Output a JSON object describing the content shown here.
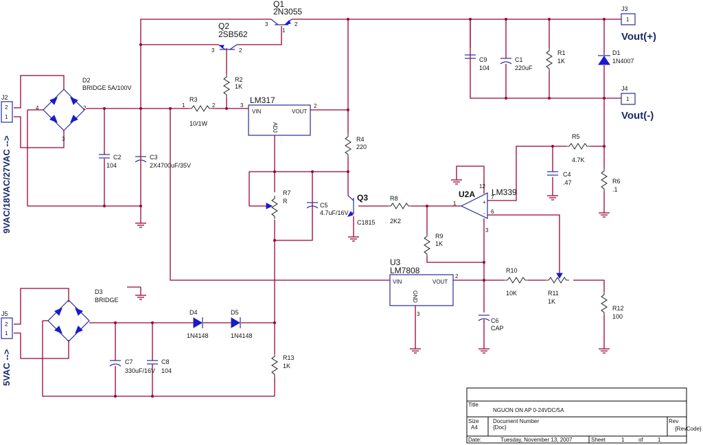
{
  "colors": {
    "wire": "#990033",
    "component": "#2a2a9a",
    "diode_fill": "#1a1acc",
    "connector_label": "#1a2a6a"
  },
  "connectors": {
    "j2": {
      "ref": "J2",
      "pin_top": "2",
      "pin_bottom": "1",
      "label": "9VAC/18VAC/27VAC -->"
    },
    "j5": {
      "ref": "J5",
      "pin_top": "2",
      "pin_bottom": "1",
      "label": "5VAC -->"
    },
    "j3": {
      "ref": "J3",
      "pin": "1",
      "label": "Vout(+)"
    },
    "j4": {
      "ref": "J4",
      "pin": "1",
      "label": "Vout(-)"
    }
  },
  "parts": {
    "q1": {
      "ref": "Q1",
      "value": "2N3055"
    },
    "q2": {
      "ref": "Q2",
      "value": "2SB562"
    },
    "q3": {
      "ref": "Q3",
      "value": "C1815"
    },
    "d1": {
      "ref": "D1",
      "value": "1N4007"
    },
    "d2": {
      "ref": "D2",
      "value": "BRIDGE 5A/100V"
    },
    "d3": {
      "ref": "D3",
      "value": "BRIDGE"
    },
    "d4": {
      "ref": "D4",
      "value": "1N4148"
    },
    "d5": {
      "ref": "D5",
      "value": "1N4148"
    },
    "r1": {
      "ref": "R1",
      "value": "1K"
    },
    "r2": {
      "ref": "R2",
      "value": "1K"
    },
    "r3": {
      "ref": "R3",
      "value": "10/1W"
    },
    "r4": {
      "ref": "R4",
      "value": "220"
    },
    "r5": {
      "ref": "R5",
      "value": "4.7K"
    },
    "r6": {
      "ref": "R6",
      "value": ".1"
    },
    "r7": {
      "ref": "R7",
      "value": "R"
    },
    "r8": {
      "ref": "R8",
      "value": "2K2"
    },
    "r9": {
      "ref": "R9",
      "value": "1K"
    },
    "r10": {
      "ref": "R10",
      "value": "10K"
    },
    "r11": {
      "ref": "R11",
      "value": "1K"
    },
    "r12": {
      "ref": "R12",
      "value": "100"
    },
    "r13": {
      "ref": "R13",
      "value": "1K"
    },
    "c1": {
      "ref": "C1",
      "value": "220uF"
    },
    "c2": {
      "ref": "C2",
      "value": "104"
    },
    "c3": {
      "ref": "C3",
      "value": "2X4700uF/35V"
    },
    "c4": {
      "ref": "C4",
      "value": ".47"
    },
    "c5": {
      "ref": "C5",
      "value": "4.7uF/16V"
    },
    "c6": {
      "ref": "C6",
      "value": "CAP"
    },
    "c7": {
      "ref": "C7",
      "value": "330uF/16V"
    },
    "c8": {
      "ref": "C8",
      "value": "104"
    },
    "c9": {
      "ref": "C9",
      "value": "104"
    },
    "u1": {
      "value": "LM317",
      "vin": "VIN",
      "vout": "VOUT",
      "adj": "ADJ"
    },
    "u2a": {
      "ref": "U2A",
      "value": "LM339",
      "plus": "+",
      "minus": "-"
    },
    "u3": {
      "ref": "U3",
      "value": "LM7808",
      "vin": "VIN",
      "vout": "VOUT",
      "gnd": "GND"
    }
  },
  "pins": {
    "p1": "1",
    "p2": "2",
    "p3": "3",
    "p4": "4",
    "p6": "6",
    "p7": "7",
    "p12": "12",
    "plus": "+",
    "minus": "-"
  },
  "title_block": {
    "title_label": "Title",
    "title": "NGUON ON AP 0-24VDC/5A",
    "size_label": "Size",
    "size": "A4",
    "doc_label": "Document Number",
    "doc": "{Doc}",
    "rev_label": "Rev",
    "rev": "{RevCode}",
    "date_label": "Date:",
    "date": "Tuesday, November 13, 2007",
    "sheet_label": "Sheet",
    "sheet": "1",
    "of_label": "of",
    "sheet_total": "1"
  }
}
